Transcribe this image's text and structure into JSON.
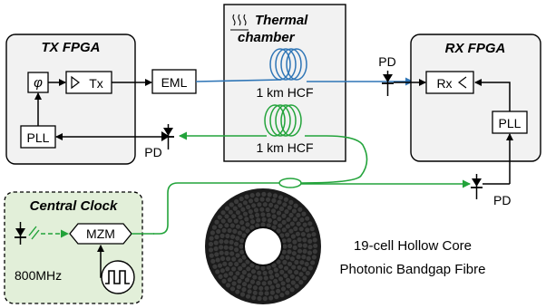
{
  "blocks": {
    "tx_fpga": "TX FPGA",
    "rx_fpga": "RX FPGA",
    "thermal_line1": "Thermal",
    "thermal_line2": "chamber",
    "central_clock": "Central Clock"
  },
  "components": {
    "phase": "φ",
    "tx": "Tx",
    "rx": "Rx",
    "pll_tx": "PLL",
    "pll_rx": "PLL",
    "eml": "EML",
    "mzm": "MZM"
  },
  "labels": {
    "fibre_top": "1 km HCF",
    "fibre_bottom": "1 km HCF",
    "pd_rx_top": "PD",
    "pd_tx": "PD",
    "pd_rx_bottom": "PD",
    "clock_freq": "800MHz",
    "fibre_caption_1": "19-cell Hollow Core",
    "fibre_caption_2": "Photonic Bandgap Fibre"
  },
  "colors": {
    "optical_blue": "#2e75b6",
    "optical_green": "#22a33a",
    "box_fill": "#f2f2f2",
    "clock_fill": "#e2efd9"
  }
}
